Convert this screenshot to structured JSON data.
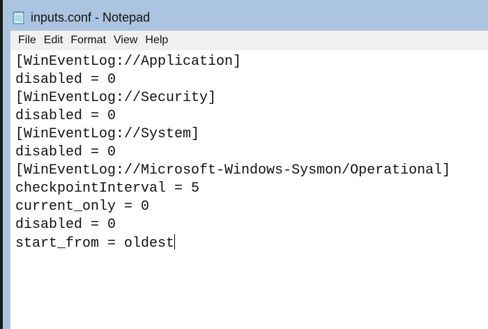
{
  "window": {
    "title": "inputs.conf - Notepad",
    "icon": "notepad-icon"
  },
  "menu": [
    "File",
    "Edit",
    "Format",
    "View",
    "Help"
  ],
  "editor": {
    "lines": [
      "[WinEventLog://Application]",
      "disabled = 0",
      "[WinEventLog://Security]",
      "disabled = 0",
      "[WinEventLog://System]",
      "disabled = 0",
      "[WinEventLog://Microsoft-Windows-Sysmon/Operational]",
      "checkpointInterval = 5",
      "current_only = 0",
      "disabled = 0",
      "start_from = oldest"
    ]
  }
}
